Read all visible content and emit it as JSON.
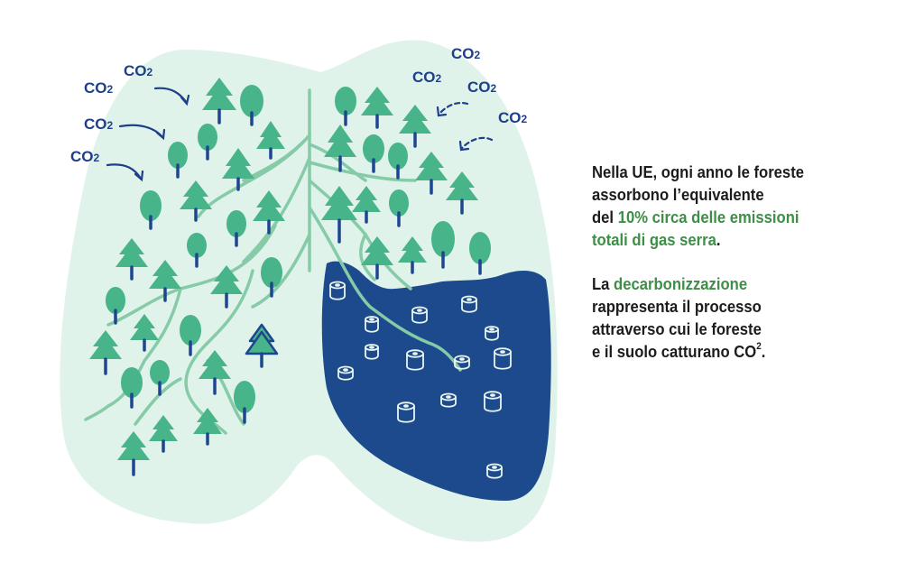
{
  "co2_labels": [
    {
      "main": "CO",
      "sub": "2"
    },
    {
      "main": "CO",
      "sub": "2"
    },
    {
      "main": "CO",
      "sub": "2"
    },
    {
      "main": "CO",
      "sub": "2"
    },
    {
      "main": "CO",
      "sub": "2"
    },
    {
      "main": "CO",
      "sub": "2"
    },
    {
      "main": "CO",
      "sub": "2"
    },
    {
      "main": "CO",
      "sub": "2"
    }
  ],
  "paragraph1": {
    "line1": "Nella UE, ogni anno le foreste",
    "line2": "assorbono l’equivalente",
    "line3_prefix": "del ",
    "highlight_a": "10% circa delle emissioni",
    "highlight_b": "totali di gas serra",
    "suffix": "."
  },
  "paragraph2": {
    "prefix": "La ",
    "highlight": "decarbonizzazione",
    "line2": "rappresenta il processo",
    "line3": "attraverso cui le foreste",
    "line4": "e il suolo catturano CO",
    "sup": "2",
    "suffix": "."
  },
  "colors": {
    "lung_fill": "#dff3ea",
    "tree": "#47b489",
    "trunk": "#1e4690",
    "branch": "#86cba7",
    "deforested": "#1d4a8d",
    "stump": "#e9f5f0",
    "co2_text": "#1e3f8a",
    "highlight_text": "#3e8e47"
  }
}
